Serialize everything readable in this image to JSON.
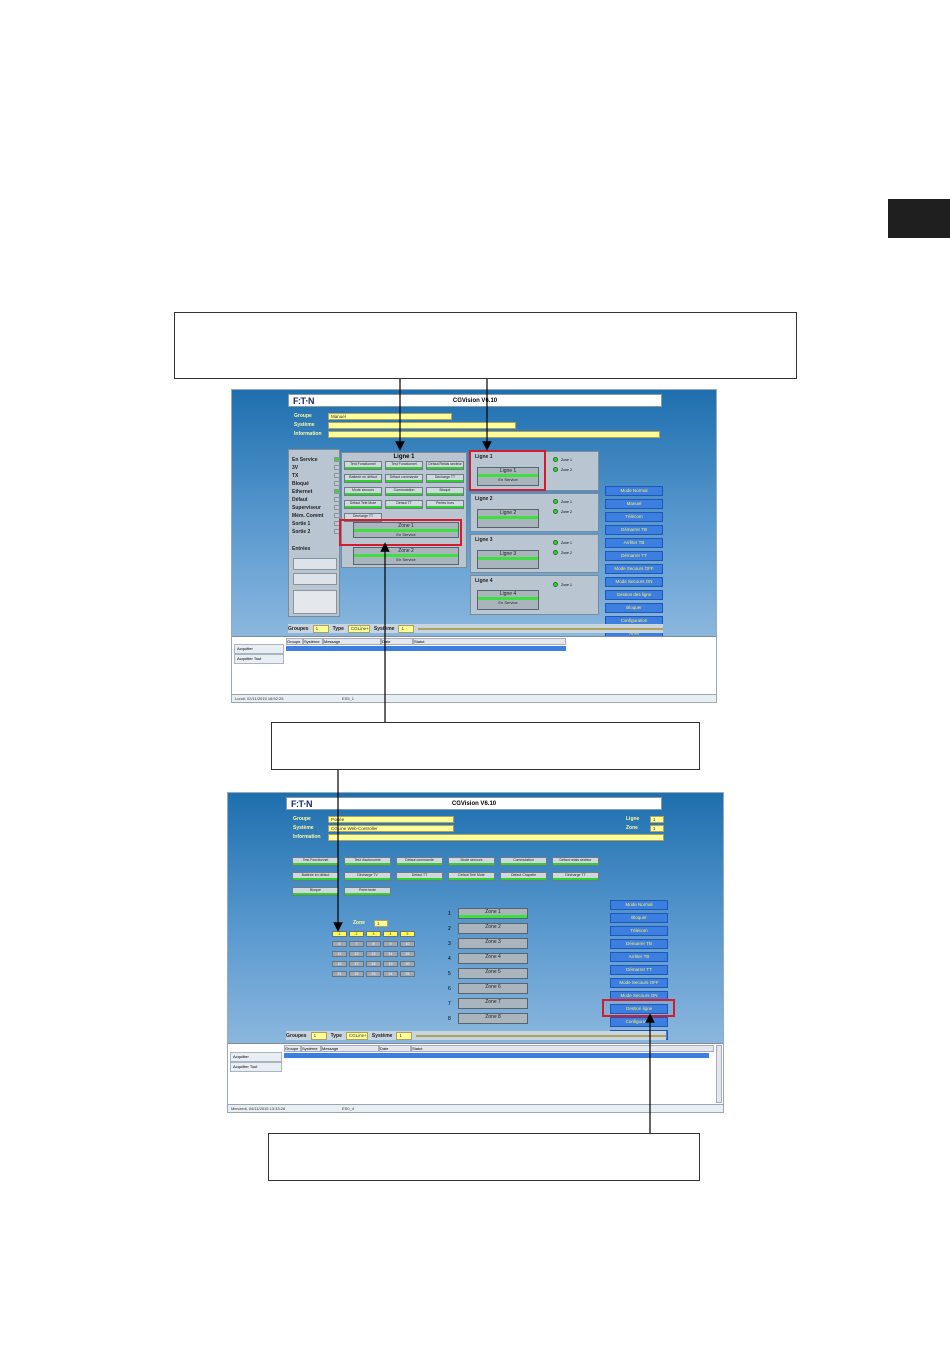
{
  "shot1": {
    "app_title": "CGVision V6.10",
    "logo": "F:T·N",
    "header_labels": [
      "Groupe",
      "Système",
      "Information"
    ],
    "groupe_value": "Manuel",
    "left_status": [
      "En Service",
      "3V",
      "TX",
      "Bloqué",
      "Ethernet",
      "Défaut",
      "Superviseur",
      "Mém. Commt",
      "Sortie 1",
      "Sortie 2",
      "Entrées"
    ],
    "ligne_panel_title": "Ligne 1",
    "buttons": [
      "Test Fonctionnel",
      "Test Fonctionnel",
      "Défaut Relais secteur",
      "Batterie en défaut",
      "Défaut commande",
      "Décharge TT",
      "Mode secours",
      "Commutation",
      "Bloqué",
      "Défaut Telé Mute",
      "Défaut TT",
      "Pertes hors",
      "Décharge TT"
    ],
    "zone1_label": "Zone 1",
    "zone1_status": "En Service",
    "zone2_label": "Zone 2",
    "zone2_status": "En Service",
    "lignes": [
      {
        "title": "Ligne 1",
        "box": "Ligne 1",
        "status": "En Service"
      },
      {
        "title": "Ligne 2",
        "box": "Ligne 2",
        "status": ""
      },
      {
        "title": "Ligne 3",
        "box": "Ligne 3",
        "status": ""
      },
      {
        "title": "Ligne 4",
        "box": "Ligne 4",
        "status": "En Service"
      }
    ],
    "zone_leds": [
      "Zone 1",
      "Zone 2"
    ],
    "right_buttons": [
      "Mode Normal",
      "Manuel",
      "Télécom",
      "Démarrer TB",
      "Arrêter TB",
      "Démarrer TT",
      "Mode Secours OFF",
      "Mode Secours ON",
      "Gestion des ligne",
      "Bloquer",
      "Configuration",
      "Arrêt"
    ],
    "footer": {
      "groupes_label": "Groupes",
      "groupes_val": "1",
      "type_label": "Type",
      "type_val": "CGLine+",
      "systeme_label": "Système",
      "systeme_val": "1"
    },
    "table_headers": [
      "Groupe",
      "Système",
      "Message",
      "Date",
      "Statut"
    ],
    "side_buttons": [
      "Acquitter",
      "Acquitter Tout"
    ],
    "status_left": "Lundi, 02/11/2015 16:52:25",
    "status_right": "ES5_1"
  },
  "shot2": {
    "app_title": "CGVision V6.10",
    "logo": "F:T·N",
    "header_labels": [
      "Groupe",
      "Système",
      "Information"
    ],
    "groupe_value": "Portée",
    "systeme_value": "CGLine Web-Controller",
    "right_header_labels": [
      "Ligne",
      "Zone"
    ],
    "right_header_values": [
      "1",
      "1"
    ],
    "buttons_row1": [
      "Test Fonctionnel",
      "Test d'autonomie",
      "Défaut commande",
      "Mode secours",
      "Commutation",
      "Défaut relais secteur"
    ],
    "buttons_row2": [
      "Batterie en défaut",
      "Décharge TV",
      "Défaut TT",
      "Défaut Telé Mute",
      "Défaut Chapelle",
      "Décharge TT"
    ],
    "buttons_row3": [
      "Bloqué",
      "Perte texte"
    ],
    "zone_picker_label": "Zone",
    "zone_picker_value": "1",
    "grid_numbers": [
      "1",
      "2",
      "3",
      "4",
      "5",
      "6",
      "7",
      "8",
      "9",
      "10",
      "11",
      "12",
      "13",
      "14",
      "15",
      "16",
      "17",
      "18",
      "19",
      "20",
      "21",
      "22",
      "23",
      "24",
      "25"
    ],
    "zones": [
      "Zone 1",
      "Zone 2",
      "Zone 3",
      "Zone 4",
      "Zone 5",
      "Zone 6",
      "Zone 7",
      "Zone 8"
    ],
    "zone_numbers": [
      "1",
      "2",
      "3",
      "4",
      "5",
      "6",
      "7",
      "8"
    ],
    "right_buttons": [
      "Mode Normal",
      "Bloquer",
      "Télécom",
      "Démarrer TB",
      "Arrêter TB",
      "Démarrer TT",
      "Mode Secours OFF",
      "Mode Secours ON",
      "Gestion ligne",
      "Configuration",
      "Arrêt"
    ],
    "footer": {
      "groupes_label": "Groupes",
      "groupes_val": "1",
      "type_label": "Type",
      "type_val": "CGLine+",
      "systeme_label": "Système",
      "systeme_val": "1"
    },
    "table_headers": [
      "Groupe",
      "Système",
      "Message",
      "Date",
      "Statut"
    ],
    "side_buttons": [
      "Acquitter",
      "Acquitter Tout"
    ],
    "status_left": "Mercredi, 04/11/2015 13:33:26",
    "status_right": "ES0_4"
  }
}
